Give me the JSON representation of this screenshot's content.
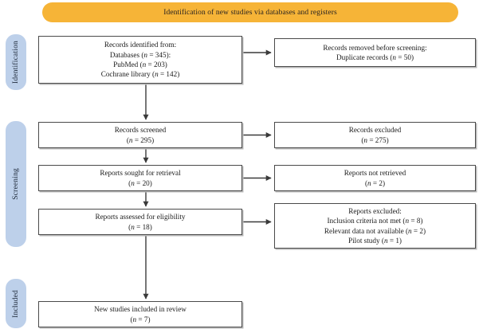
{
  "banner": {
    "label": "Identification of new studies via databases and registers",
    "color": "#f6b437"
  },
  "stages": [
    {
      "name": "identification",
      "label": "Identification",
      "color": "#bdd0ea"
    },
    {
      "name": "screening",
      "label": "Screening",
      "color": "#bdd0ea"
    },
    {
      "name": "included",
      "label": "Included",
      "color": "#bdd0ea"
    }
  ],
  "boxes": {
    "records_identified": {
      "lines": [
        "Records identified from:",
        "Databases (n = 345):",
        "PubMed (n = 203)",
        "Cochrane library (n = 142)"
      ]
    },
    "records_removed": {
      "lines": [
        "Records removed before screening:",
        "Duplicate records (n = 50)"
      ]
    },
    "records_screened": {
      "lines": [
        "Records screened",
        "(n = 295)"
      ]
    },
    "records_excluded": {
      "lines": [
        "Records excluded",
        "(n = 275)"
      ]
    },
    "reports_sought": {
      "lines": [
        "Reports sought for retrieval",
        "(n = 20)"
      ]
    },
    "reports_not_retrieved": {
      "lines": [
        "Reports not retrieved",
        "(n = 2)"
      ]
    },
    "reports_assessed": {
      "lines": [
        "Reports assessed for eligibility",
        "(n = 18)"
      ]
    },
    "reports_excluded": {
      "lines": [
        "Reports excluded:",
        "Inclusion criteria not met (n = 8)",
        "Relevant data not available (n = 2)",
        "Pilot study (n = 1)"
      ]
    },
    "new_studies": {
      "lines": [
        "New studies included in review",
        "(n = 7)"
      ]
    }
  },
  "counts": {
    "databases_total": 345,
    "pubmed": 203,
    "cochrane_library": 142,
    "duplicate_records_removed": 50,
    "records_screened": 295,
    "records_excluded": 275,
    "reports_sought": 20,
    "reports_not_retrieved": 2,
    "reports_assessed": 18,
    "excluded_inclusion_criteria_not_met": 8,
    "excluded_relevant_data_not_available": 2,
    "excluded_pilot_study": 1,
    "new_studies_included": 7
  },
  "connector_color": "#3a3a3a"
}
